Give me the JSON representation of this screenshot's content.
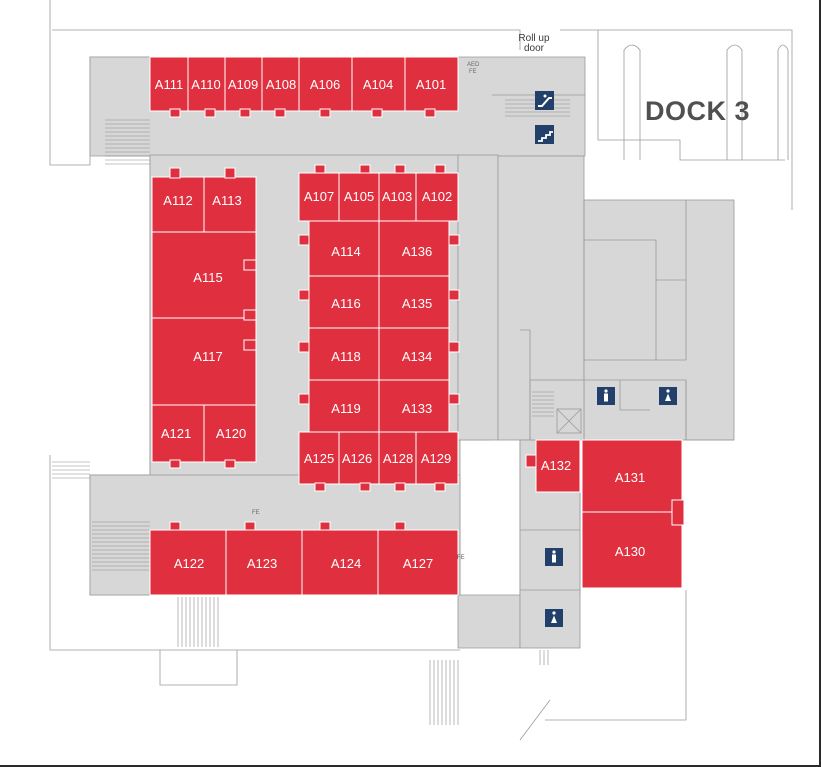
{
  "dock_label": "DOCK 3",
  "roll_up_door": [
    "Roll up",
    "door"
  ],
  "aed_label": "AED",
  "fe_label": "FE",
  "rooms": [
    {
      "id": "A111",
      "label": "A111"
    },
    {
      "id": "A110",
      "label": "A110"
    },
    {
      "id": "A109",
      "label": "A109"
    },
    {
      "id": "A108",
      "label": "A108"
    },
    {
      "id": "A106",
      "label": "A106"
    },
    {
      "id": "A104",
      "label": "A104"
    },
    {
      "id": "A101",
      "label": "A101"
    },
    {
      "id": "A112",
      "label": "A112"
    },
    {
      "id": "A113",
      "label": "A113"
    },
    {
      "id": "A107",
      "label": "A107"
    },
    {
      "id": "A105",
      "label": "A105"
    },
    {
      "id": "A103",
      "label": "A103"
    },
    {
      "id": "A102",
      "label": "A102"
    },
    {
      "id": "A114",
      "label": "A114"
    },
    {
      "id": "A136",
      "label": "A136"
    },
    {
      "id": "A115",
      "label": "A115"
    },
    {
      "id": "A116",
      "label": "A116"
    },
    {
      "id": "A135",
      "label": "A135"
    },
    {
      "id": "A117",
      "label": "A117"
    },
    {
      "id": "A118",
      "label": "A118"
    },
    {
      "id": "A134",
      "label": "A134"
    },
    {
      "id": "A119",
      "label": "A119"
    },
    {
      "id": "A133",
      "label": "A133"
    },
    {
      "id": "A121",
      "label": "A121"
    },
    {
      "id": "A120",
      "label": "A120"
    },
    {
      "id": "A125",
      "label": "A125"
    },
    {
      "id": "A126",
      "label": "A126"
    },
    {
      "id": "A128",
      "label": "A128"
    },
    {
      "id": "A129",
      "label": "A129"
    },
    {
      "id": "A132",
      "label": "A132"
    },
    {
      "id": "A131",
      "label": "A131"
    },
    {
      "id": "A130",
      "label": "A130"
    },
    {
      "id": "A122",
      "label": "A122"
    },
    {
      "id": "A123",
      "label": "A123"
    },
    {
      "id": "A124",
      "label": "A124"
    },
    {
      "id": "A127",
      "label": "A127"
    }
  ],
  "icons": {
    "escalator": "escalator-icon",
    "stairs": "stairs-icon",
    "restroom": "restroom-icon"
  },
  "colors": {
    "room": "#e0303f",
    "floor": "#d7d7d7",
    "icon_bg": "#23406a"
  }
}
